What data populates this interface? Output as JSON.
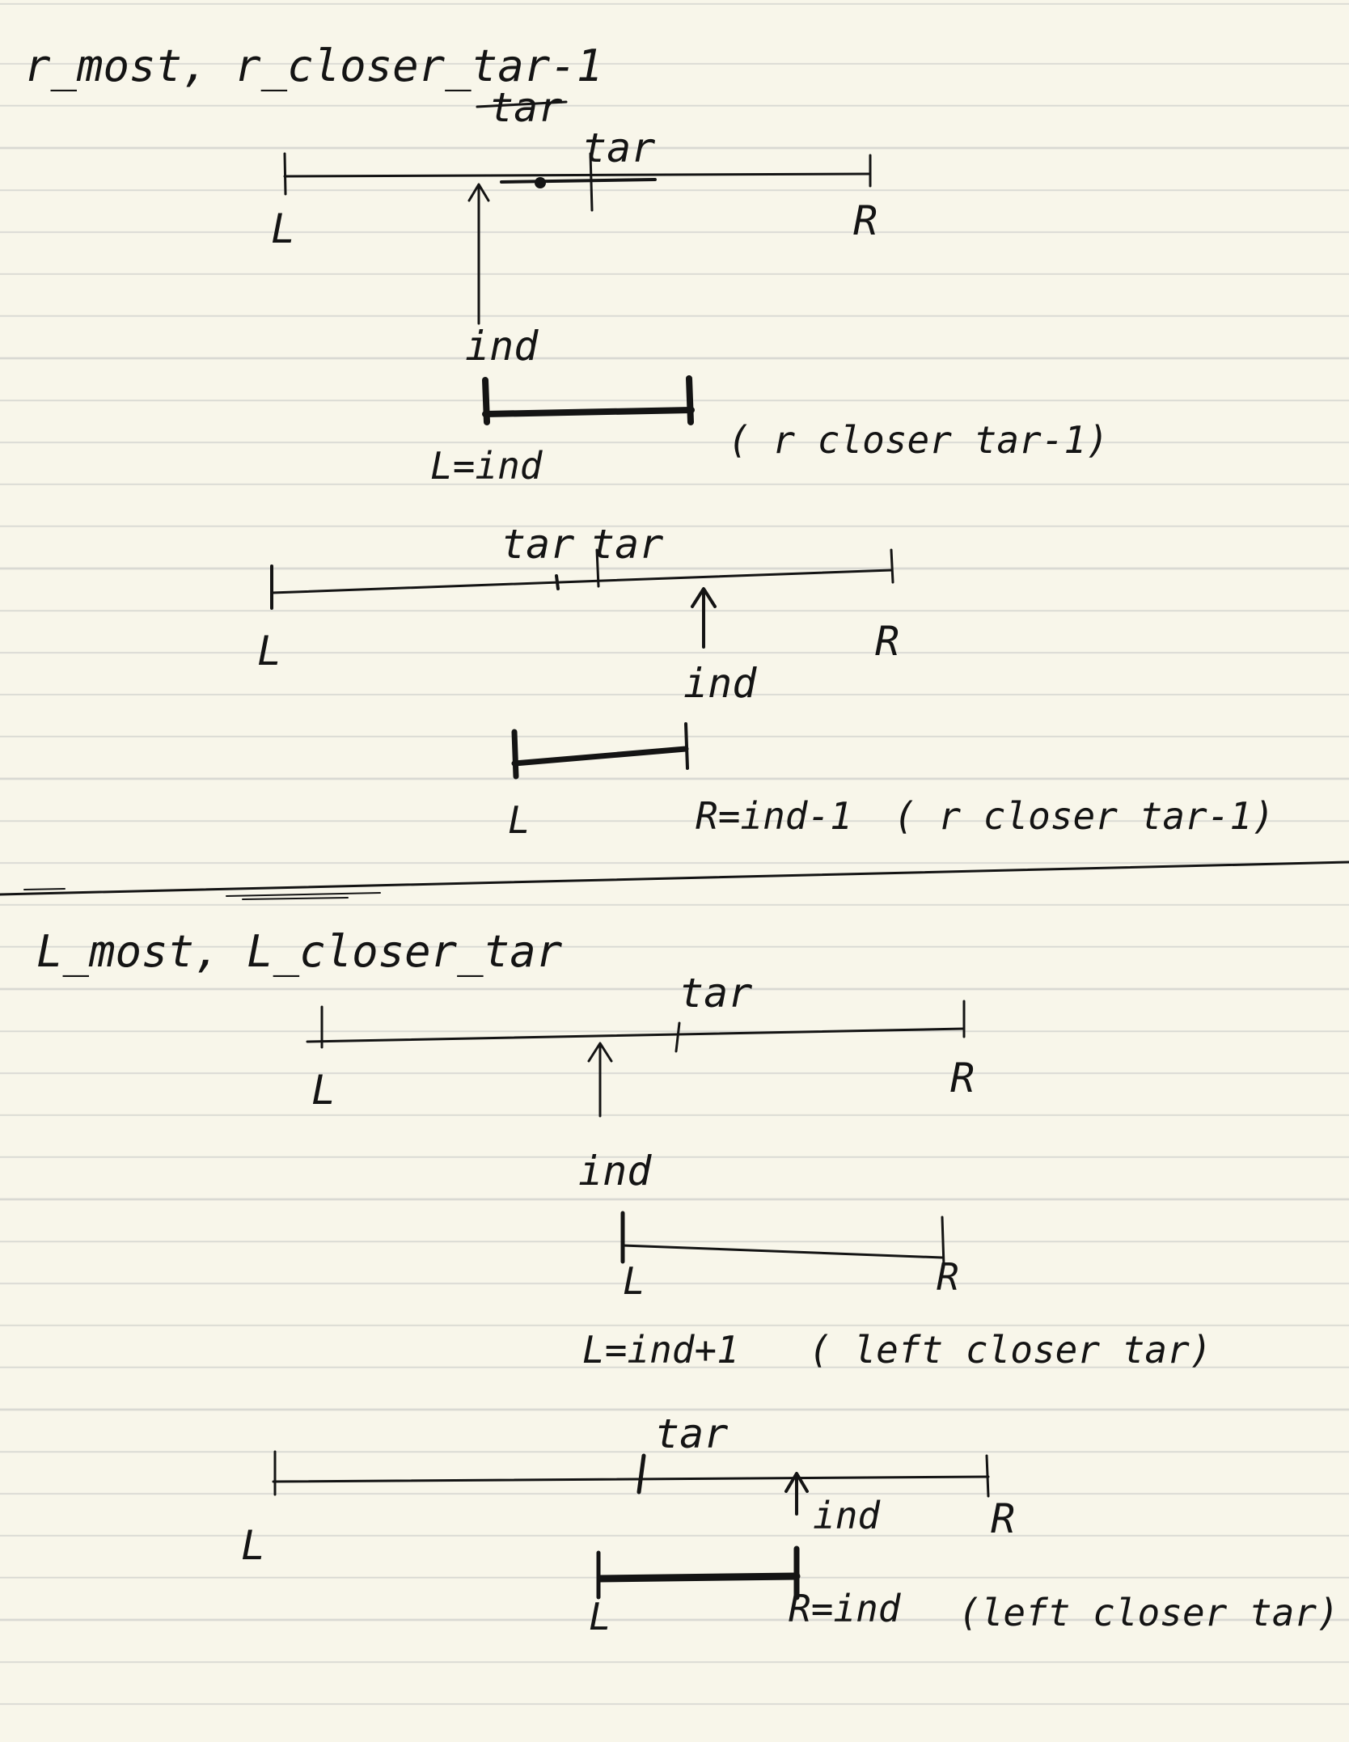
{
  "sections": [
    {
      "title": "r_most, r_closer_tar-1",
      "diagrams": [
        {
          "labels": {
            "left": "L",
            "right": "R",
            "target": "tar",
            "index": "ind"
          },
          "result": {
            "left": "L=ind",
            "note": "( r closer tar-1)"
          }
        },
        {
          "labels": {
            "left": "L",
            "right": "R",
            "target": "tar",
            "index": "ind"
          },
          "result": {
            "left": "L",
            "right": "R=ind-1",
            "note": "( r closer tar-1)"
          }
        }
      ]
    },
    {
      "title": "L_most, L_closer_tar",
      "diagrams": [
        {
          "labels": {
            "left": "L",
            "right": "R",
            "target": "tar",
            "index": "ind"
          },
          "result": {
            "left": "L",
            "right": "R",
            "left_update": "L=ind+1",
            "note": "( left closer tar)"
          }
        },
        {
          "labels": {
            "left": "L",
            "right": "R",
            "target": "tar",
            "index": "ind"
          },
          "result": {
            "left": "L",
            "right": "R=ind",
            "note": "(left closer tar)"
          }
        }
      ]
    }
  ],
  "ink_color": "#141414",
  "paper_color": "#f8f6ea"
}
